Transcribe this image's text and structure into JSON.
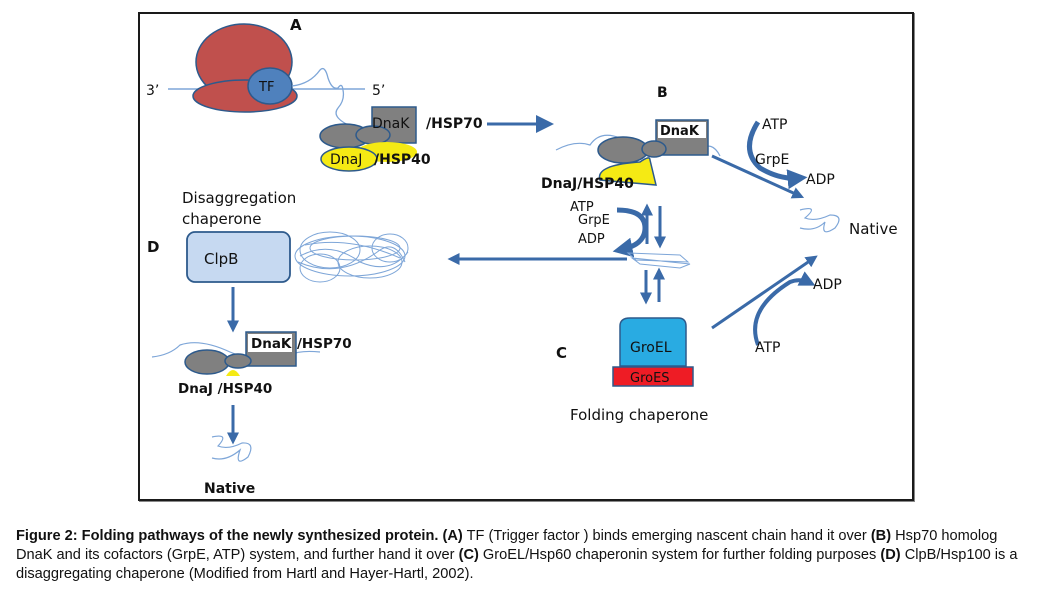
{
  "diagram": {
    "panels": {
      "A": {
        "label": "A",
        "prime3": "3’",
        "prime5": "5’",
        "tf": "TF",
        "dnak": "DnaK",
        "hsp70": "/HSP70",
        "dnaj": "DnaJ",
        "hsp40": "/HSP40"
      },
      "B": {
        "label": "B",
        "dnak": "DnaK",
        "dnaj_hsp40": "DnaJ/HSP40",
        "atp": "ATP",
        "grpe": "GrpE",
        "adp": "ADP",
        "native": "Native"
      },
      "cycle": {
        "atp": "ATP",
        "grpe": "GrpE",
        "adp": "ADP"
      },
      "C": {
        "label": "C",
        "groel": "GroEL",
        "groes": "GroES",
        "title": "Folding chaperone",
        "adp": "ADP",
        "atp": "ATP"
      },
      "D": {
        "label": "D",
        "title_line1": "Disaggregation",
        "title_line2": "chaperone",
        "clpb": "ClpB",
        "dnak": "DnaK",
        "hsp70": "/HSP70",
        "dnaj_hsp40": "DnaJ /HSP40",
        "native": "Native"
      }
    },
    "colors": {
      "ribosome": "#c0504d",
      "tf": "#4f81bd",
      "dnak": "#808080",
      "dnaj": "#f5ea14",
      "arrow": "#3a6aa8",
      "chain": "#7ea6d8",
      "clpb": "#c6d9f1",
      "groel": "#29abe2",
      "groes": "#ee1c25"
    }
  },
  "caption": {
    "figure_label": "Figure 2: Folding pathways of the newly synthesized protein.",
    "a_tag": "(A)",
    "a_text": " TF (Trigger factor ) binds emerging nascent chain hand it over ",
    "b_tag": "(B)",
    "b_text": " Hsp70 homolog DnaK and its cofactors (GrpE, ATP) system, and further hand it over ",
    "c_tag": "(C)",
    "c_text": " GroEL/Hsp60 chaperonin system for further folding purposes ",
    "d_tag": "(D)",
    "d_text": " ClpB/Hsp100 is a disaggregating chaperone (Modified from Hartl and Hayer-Hartl, 2002)."
  }
}
